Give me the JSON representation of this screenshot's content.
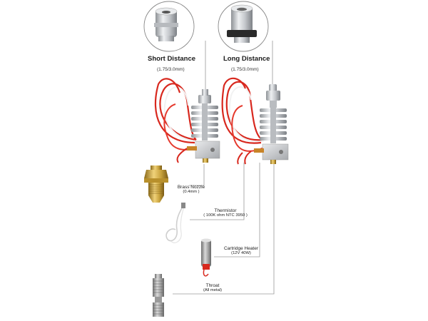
{
  "headings": {
    "short": {
      "title": "Short Distance",
      "size": "(1.75/3.0mm)"
    },
    "long": {
      "title": "Long Distance",
      "size": "(1.75/3.0mm)"
    }
  },
  "parts": [
    {
      "id": "nozzle",
      "name": "Brass Nozzle",
      "spec": "(0.4mm )"
    },
    {
      "id": "thermistor",
      "name": "Thermistor",
      "spec": "( 100K ohm NTC 3950 )"
    },
    {
      "id": "heater",
      "name": "Cartridge Heater",
      "spec": "(12V 40W)"
    },
    {
      "id": "throat",
      "name": "Throat",
      "spec": "(All metal)"
    }
  ],
  "colors": {
    "wire_red": "#d8281e",
    "wire_white": "#f2f2f2",
    "aluminum": "#c9ccd0",
    "brass": "#c8a23c",
    "stainless": "#a9a9a9",
    "leader_line": "#9a9a9a"
  }
}
